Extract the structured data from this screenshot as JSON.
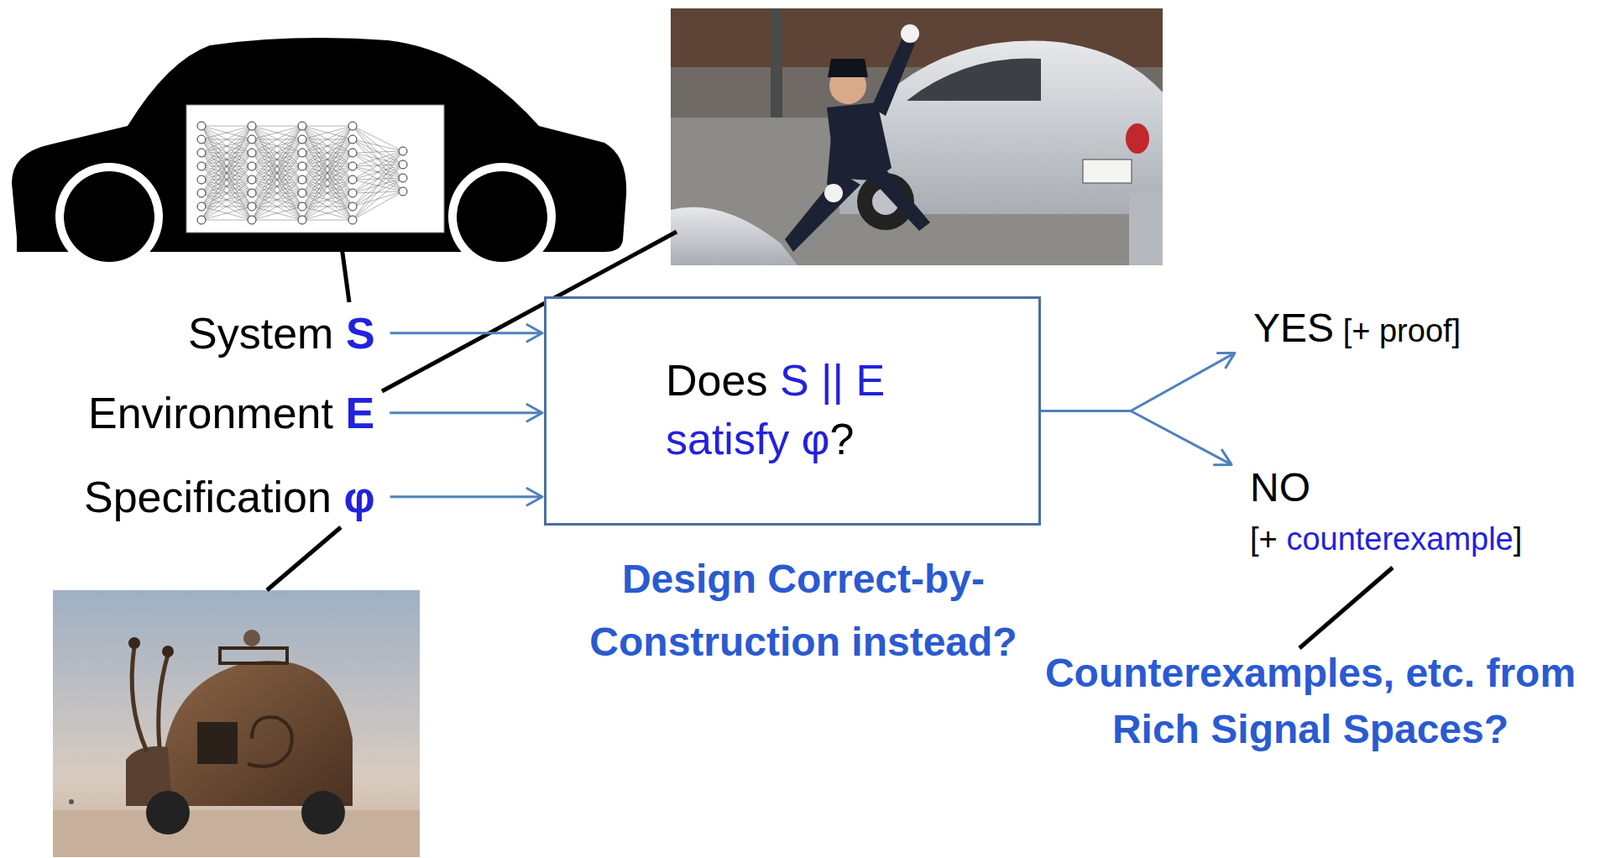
{
  "diagram": {
    "nodes": [
      {
        "text": [
          "System",
          "S"
        ]
      },
      {
        "text": [
          "Environment",
          "E"
        ]
      },
      {
        "text": [
          "Specification",
          "φ"
        ]
      },
      {
        "text": [
          "Does",
          "S || E",
          "satisfy φ",
          "?"
        ]
      },
      {
        "text": [
          "YES",
          "[+ proof]"
        ]
      },
      {
        "text": [
          "NO",
          "[+",
          "counterexample",
          "]"
        ]
      }
    ],
    "edges": [
      {
        "from": 0,
        "to": 3,
        "arrow": "to"
      },
      {
        "from": 1,
        "to": 3,
        "arrow": "to"
      },
      {
        "from": 2,
        "to": 3,
        "arrow": "to"
      },
      {
        "from": 3,
        "to": 4,
        "arrow": "to"
      },
      {
        "from": 3,
        "to": 5,
        "arrow": "to"
      }
    ],
    "labels": [
      "Design Correct-by-Construction instead?",
      "Counterexamples, etc. from Rich Signal Spaces?"
    ]
  }
}
